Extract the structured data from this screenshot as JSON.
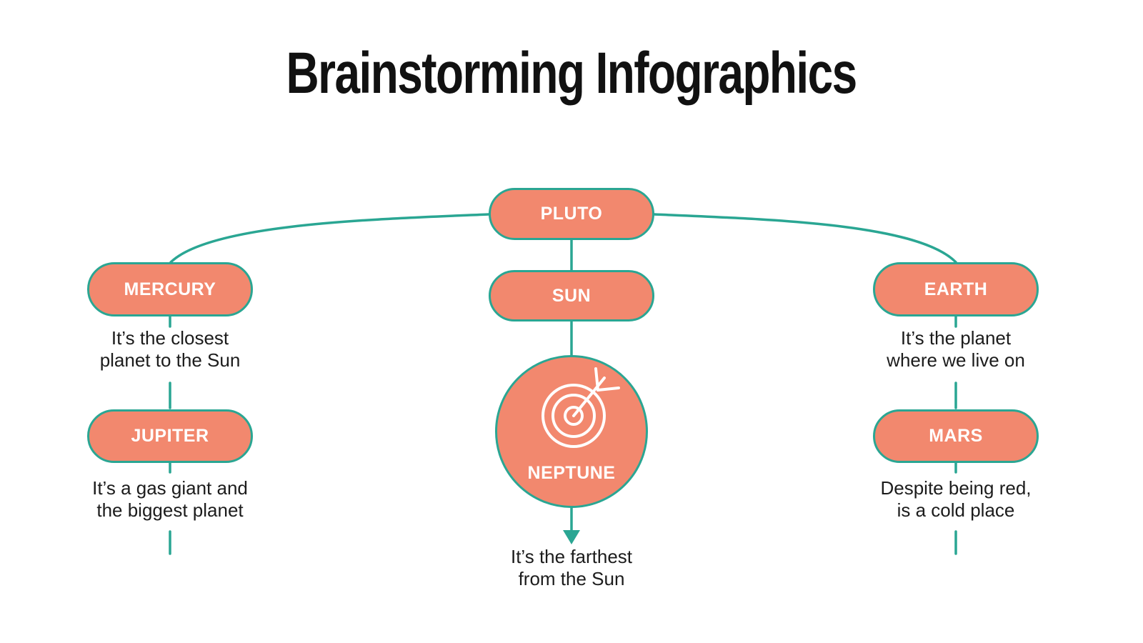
{
  "title": "Brainstorming Infographics",
  "colors": {
    "node_fill": "#F2886E",
    "line": "#2AA693",
    "node_text": "#FFFFFF",
    "text": "#1C1C1C",
    "title_color": "#111111",
    "background": "#FFFFFF"
  },
  "icons": {
    "center_icon": "target-icon"
  },
  "nodes": {
    "pluto": {
      "label": "PLUTO"
    },
    "sun": {
      "label": "SUN"
    },
    "mercury": {
      "label": "MERCURY",
      "lines": [
        "It’s the closest",
        "planet to the Sun"
      ]
    },
    "jupiter": {
      "label": "JUPITER",
      "lines": [
        "It’s a gas giant and",
        "the biggest planet"
      ]
    },
    "earth": {
      "label": "EARTH",
      "lines": [
        "It’s the planet",
        "where we live on"
      ]
    },
    "mars": {
      "label": "MARS",
      "lines": [
        "Despite being red,",
        "is a cold place"
      ]
    },
    "neptune": {
      "label": "NEPTUNE",
      "lines": [
        "It’s the farthest",
        "from the Sun"
      ]
    }
  }
}
